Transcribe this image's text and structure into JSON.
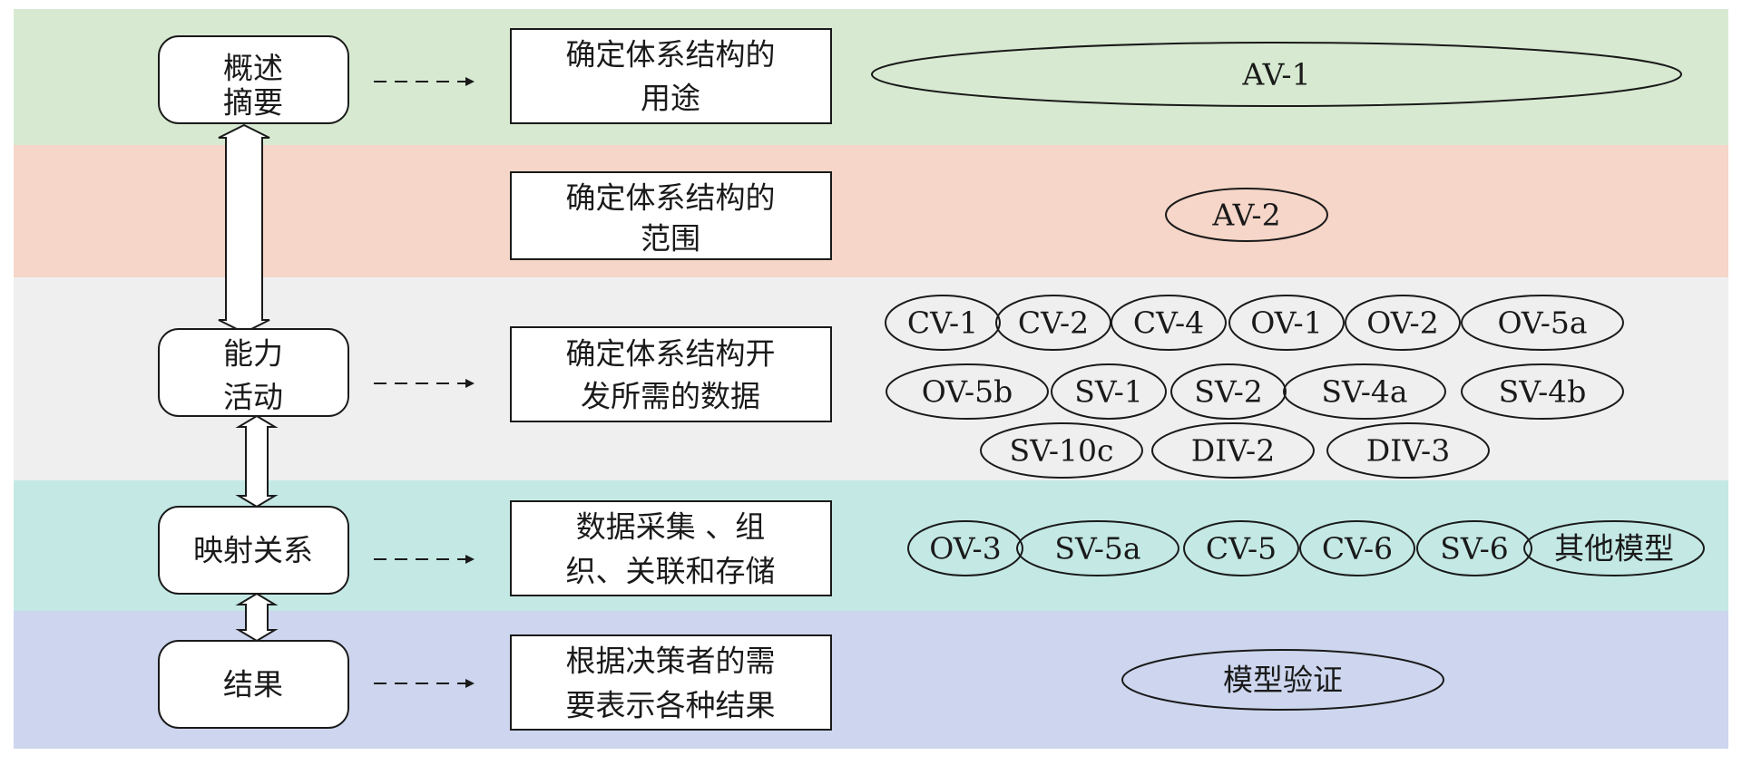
{
  "colors": {
    "band_1": "#d7ead1",
    "band_2": "#f6d6c8",
    "band_3": "#efefef",
    "band_4": "#c4e9e5",
    "band_5": "#cdd6ee",
    "stroke": "#1a1a1a",
    "box_fill": "#ffffff"
  },
  "stages": [
    {
      "id": "stage-overview",
      "lines": [
        "概述",
        "摘要"
      ]
    },
    {
      "id": "stage-capability",
      "lines": [
        "能力",
        "活动"
      ]
    },
    {
      "id": "stage-mapping",
      "lines": [
        "映射关系"
      ]
    },
    {
      "id": "stage-result",
      "lines": [
        "结果"
      ]
    }
  ],
  "steps": [
    {
      "id": "step-purpose",
      "lines": [
        "确定体系结构的",
        "用途"
      ]
    },
    {
      "id": "step-scope",
      "lines": [
        "确定体系结构的",
        "范围"
      ]
    },
    {
      "id": "step-data",
      "lines": [
        "确定体系结构开",
        "发所需的数据"
      ]
    },
    {
      "id": "step-collect",
      "lines": [
        "数据采集 、组",
        "织、关联和存储"
      ]
    },
    {
      "id": "step-present",
      "lines": [
        "根据决策者的需",
        "要表示各种结果"
      ]
    }
  ],
  "models": {
    "row_1": [
      "AV-1"
    ],
    "row_2": [
      "AV-2"
    ],
    "row_3a": [
      "CV-1",
      "CV-2",
      "CV-4",
      "OV-1",
      "OV-2",
      "OV-5a"
    ],
    "row_3b": [
      "OV-5b",
      "SV-1",
      "SV-2",
      "SV-4a",
      "SV-4b"
    ],
    "row_3c": [
      "SV-10c",
      "DIV-2",
      "DIV-3"
    ],
    "row_4": [
      "OV-3",
      "SV-5a",
      "CV-5",
      "CV-6",
      "SV-6",
      "其他模型"
    ],
    "row_5": [
      "模型验证"
    ]
  }
}
